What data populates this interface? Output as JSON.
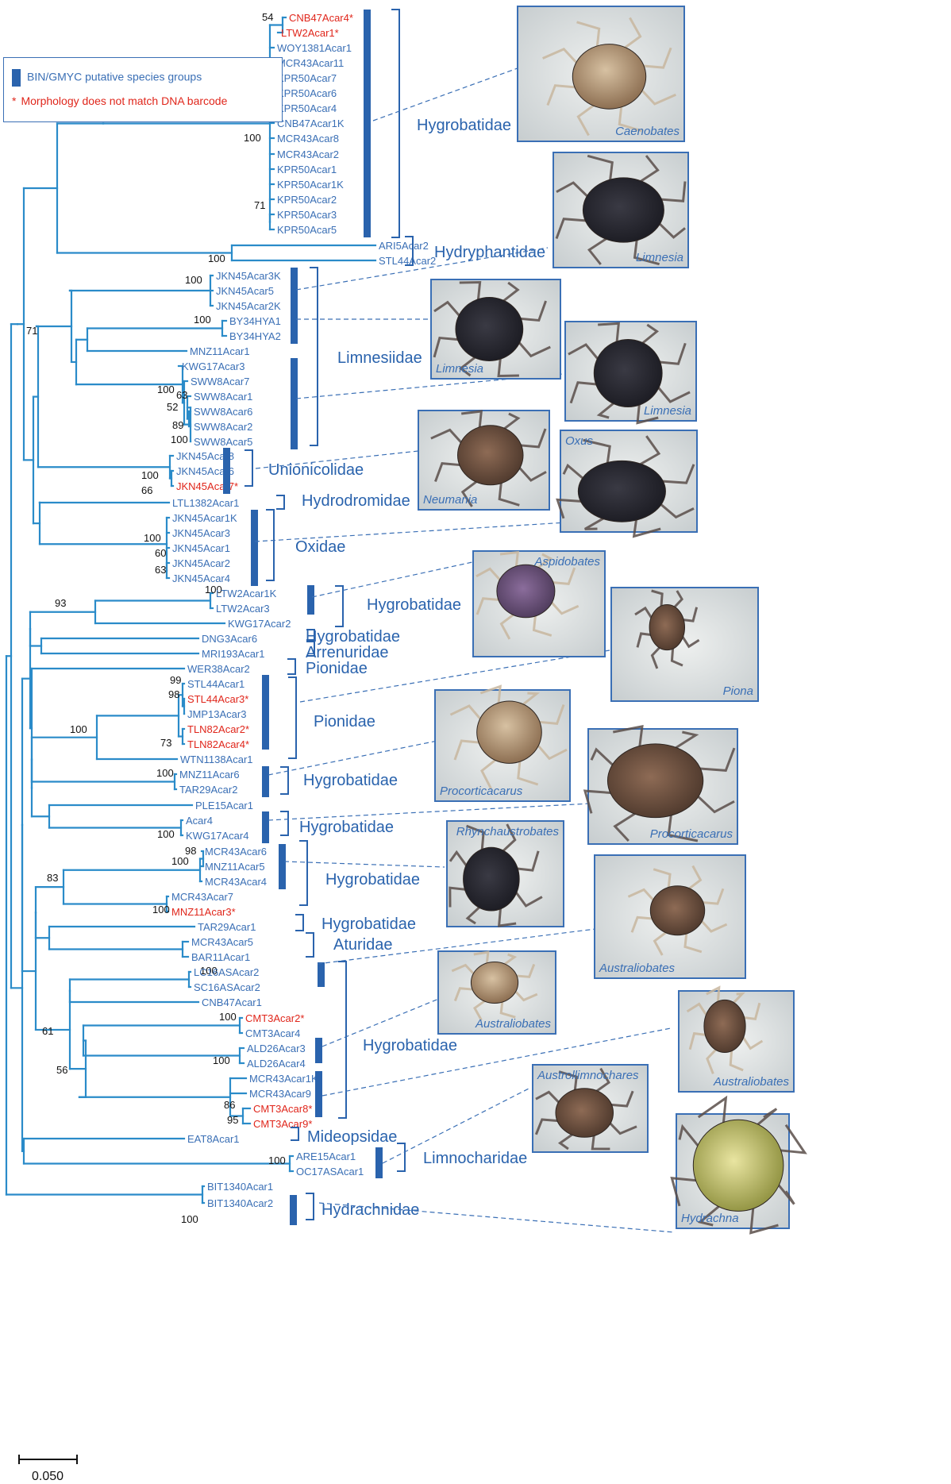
{
  "legend": {
    "bin_label": "BIN/GMYC putative species groups",
    "star_symbol": "*",
    "mismatch_label": "Morphology does not match DNA barcode"
  },
  "scale_bar": {
    "label": "0.050"
  },
  "colors": {
    "branch": "#2a8bc9",
    "label": "#3a6fb5",
    "mismatch": "#e0261b",
    "family": "#2a63ad"
  },
  "leaves": [
    {
      "name": "CNB47Acar4*",
      "mismatch": true
    },
    {
      "name": "LTW2Acar1*",
      "mismatch": true
    },
    {
      "name": "WOY1381Acar1"
    },
    {
      "name": "MCR43Acar11"
    },
    {
      "name": "KPR50Acar7"
    },
    {
      "name": "KPR50Acar6"
    },
    {
      "name": "KPR50Acar4"
    },
    {
      "name": "CNB47Acar1K"
    },
    {
      "name": "MCR43Acar8"
    },
    {
      "name": "MCR43Acar2"
    },
    {
      "name": "KPR50Acar1"
    },
    {
      "name": "KPR50Acar1K"
    },
    {
      "name": "KPR50Acar2"
    },
    {
      "name": "KPR50Acar3"
    },
    {
      "name": "KPR50Acar5"
    },
    {
      "name": "ARI5Acar2"
    },
    {
      "name": "STL44Acar2"
    },
    {
      "name": "JKN45Acar3K"
    },
    {
      "name": "JKN45Acar5"
    },
    {
      "name": "JKN45Acar2K"
    },
    {
      "name": "BY34HYA1"
    },
    {
      "name": "BY34HYA2"
    },
    {
      "name": "MNZ11Acar1"
    },
    {
      "name": "KWG17Acar3"
    },
    {
      "name": "SWW8Acar7"
    },
    {
      "name": "SWW8Acar1"
    },
    {
      "name": "SWW8Acar6"
    },
    {
      "name": "SWW8Acar2"
    },
    {
      "name": "SWW8Acar5"
    },
    {
      "name": "JKN45Acar8"
    },
    {
      "name": "JKN45Acar6"
    },
    {
      "name": "JKN45Acar7*",
      "mismatch": true
    },
    {
      "name": "LTL1382Acar1"
    },
    {
      "name": "JKN45Acar1K"
    },
    {
      "name": "JKN45Acar3"
    },
    {
      "name": "JKN45Acar1"
    },
    {
      "name": "JKN45Acar2"
    },
    {
      "name": "JKN45Acar4"
    },
    {
      "name": "LTW2Acar1K"
    },
    {
      "name": "LTW2Acar3"
    },
    {
      "name": "KWG17Acar2"
    },
    {
      "name": "DNG3Acar6"
    },
    {
      "name": "MRI193Acar1"
    },
    {
      "name": "WER38Acar2"
    },
    {
      "name": "STL44Acar1"
    },
    {
      "name": "STL44Acar3*",
      "mismatch": true
    },
    {
      "name": "JMP13Acar3"
    },
    {
      "name": "TLN82Acar2*",
      "mismatch": true
    },
    {
      "name": "TLN82Acar4*",
      "mismatch": true
    },
    {
      "name": "WTN1138Acar1"
    },
    {
      "name": "MNZ11Acar6"
    },
    {
      "name": "TAR29Acar2"
    },
    {
      "name": "PLE15Acar1"
    },
    {
      "name": "Acar4"
    },
    {
      "name": "KWG17Acar4"
    },
    {
      "name": "MCR43Acar6"
    },
    {
      "name": "MNZ11Acar5"
    },
    {
      "name": "MCR43Acar4"
    },
    {
      "name": "MCR43Acar7"
    },
    {
      "name": "MNZ11Acar3*",
      "mismatch": true
    },
    {
      "name": "TAR29Acar1"
    },
    {
      "name": "MCR43Acar5"
    },
    {
      "name": "BAR11Acar1"
    },
    {
      "name": "LC16ASAcar2"
    },
    {
      "name": "SC16ASAcar2"
    },
    {
      "name": "CNB47Acar1"
    },
    {
      "name": "CMT3Acar2*",
      "mismatch": true
    },
    {
      "name": "CMT3Acar4"
    },
    {
      "name": "ALD26Acar3"
    },
    {
      "name": "ALD26Acar4"
    },
    {
      "name": "MCR43Acar1K"
    },
    {
      "name": "MCR43Acar9"
    },
    {
      "name": "CMT3Acar8*",
      "mismatch": true
    },
    {
      "name": "CMT3Acar9*",
      "mismatch": true
    },
    {
      "name": "EAT8Acar1"
    },
    {
      "name": "ARE15Acar1"
    },
    {
      "name": "OC17ASAcar1"
    },
    {
      "name": "BIT1340Acar1"
    },
    {
      "name": "BIT1340Acar2"
    }
  ],
  "support_values": [
    "54",
    "100",
    "71",
    "100",
    "100",
    "100",
    "71",
    "100",
    "63",
    "52",
    "89",
    "100",
    "100",
    "66",
    "100",
    "60",
    "63",
    "100",
    "93",
    "99",
    "98",
    "100",
    "73",
    "100",
    "100",
    "98",
    "100",
    "83",
    "100",
    "100",
    "61",
    "100",
    "100",
    "56",
    "86",
    "95",
    "100",
    "100"
  ],
  "families": [
    "Hygrobatidae",
    "Hydryphantidae",
    "Limnesiidae",
    "Unionicolidae",
    "Hydrodromidae",
    "Oxidae",
    "Hygrobatidae",
    "Hygrobatidae",
    "Arrenuridae",
    "Pionidae",
    "Pionidae",
    "Hygrobatidae",
    "Hygrobatidae",
    "Hygrobatidae",
    "Hygrobatidae",
    "Aturidae",
    "Hygrobatidae",
    "Mideopsidae",
    "Limnocharidae",
    "Hydrachnidae"
  ],
  "photos": [
    {
      "caption": "Caenobates",
      "icon": "water-mite-photo"
    },
    {
      "caption": "Limnesia",
      "icon": "water-mite-photo"
    },
    {
      "caption": "Limnesia",
      "icon": "water-mite-photo"
    },
    {
      "caption": "Limnesia",
      "icon": "water-mite-photo"
    },
    {
      "caption": "Neumania",
      "icon": "water-mite-photo"
    },
    {
      "caption": "Oxus",
      "icon": "water-mite-photo"
    },
    {
      "caption": "Aspidobates",
      "icon": "water-mite-photo"
    },
    {
      "caption": "Piona",
      "icon": "water-mite-photo"
    },
    {
      "caption": "Procorticacarus",
      "icon": "water-mite-photo"
    },
    {
      "caption": "Procorticacarus",
      "icon": "water-mite-photo"
    },
    {
      "caption": "Rhynchaustrobates",
      "icon": "water-mite-photo"
    },
    {
      "caption": "Australiobates",
      "icon": "water-mite-photo"
    },
    {
      "caption": "Australiobates",
      "icon": "water-mite-photo"
    },
    {
      "caption": "Australiobates",
      "icon": "water-mite-photo"
    },
    {
      "caption": "Austrollimnochares",
      "icon": "water-mite-photo"
    },
    {
      "caption": "Hydrachna",
      "icon": "water-mite-photo"
    }
  ]
}
